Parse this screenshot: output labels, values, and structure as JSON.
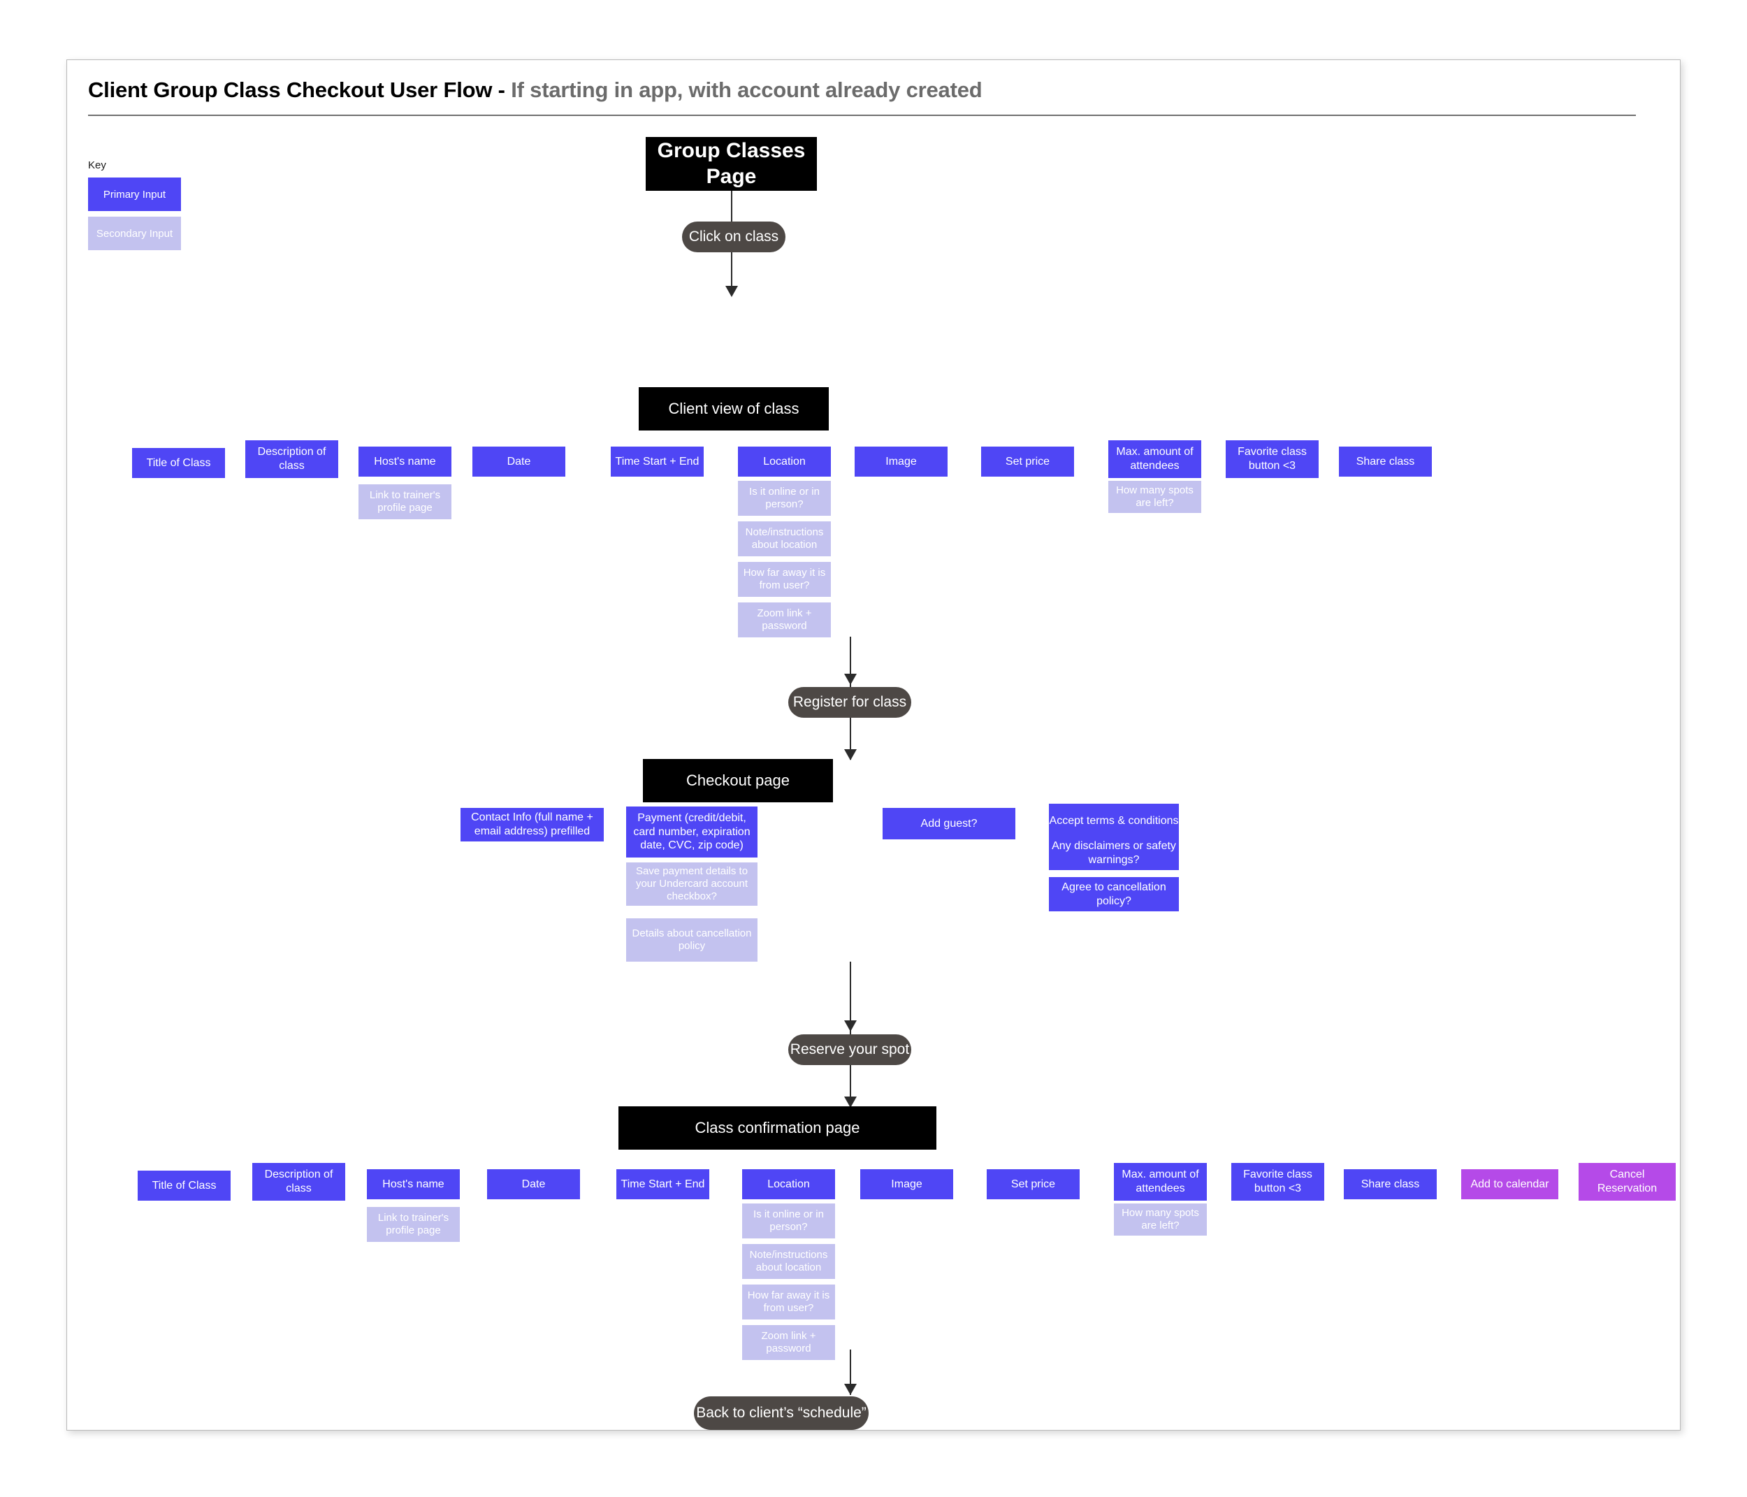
{
  "header": {
    "title_main": "Client Group Class Checkout User Flow - ",
    "title_sub": "If starting in app, with account already created"
  },
  "key": {
    "label": "Key",
    "primary_label": "Primary Input",
    "secondary_label": "Secondary Input",
    "primary_color": "#4f46f5",
    "secondary_color": "#c3c2ef",
    "accent_color": "#b54ae8",
    "page_color": "#000000",
    "action_color": "#4d4845"
  },
  "flow": {
    "start_page": "Group Classes Page",
    "action_click_class": "Click on class",
    "page_client_view": "Client view of class",
    "action_register": "Register for class",
    "page_checkout": "Checkout page",
    "action_reserve": "Reserve your spot",
    "page_confirmation": "Class confirmation page",
    "action_back_schedule": "Back to client’s “schedule”"
  },
  "class_view_attributes": [
    {
      "label": "Title of Class",
      "type": "primary",
      "children": []
    },
    {
      "label": "Description of class",
      "type": "primary",
      "children": []
    },
    {
      "label": "Host's name",
      "type": "primary",
      "children": [
        "Link to trainer's profile page"
      ]
    },
    {
      "label": "Date",
      "type": "primary",
      "children": []
    },
    {
      "label": "Time Start + End",
      "type": "primary",
      "children": []
    },
    {
      "label": "Location",
      "type": "primary",
      "children": [
        "Is it online or in person?",
        "Note/instructions about location",
        "How far away it is from user?",
        "Zoom link + password"
      ]
    },
    {
      "label": "Image",
      "type": "primary",
      "children": []
    },
    {
      "label": "Set price",
      "type": "primary",
      "children": []
    },
    {
      "label": "Max. amount of attendees",
      "type": "primary",
      "children": [
        "How many spots are left?"
      ]
    },
    {
      "label": "Favorite class button <3",
      "type": "primary",
      "children": []
    },
    {
      "label": "Share class",
      "type": "primary",
      "children": []
    }
  ],
  "checkout_attributes": [
    {
      "label": "Contact Info (full name + email address) prefilled",
      "type": "primary",
      "children": []
    },
    {
      "label": "Payment (credit/debit, card number, expiration date, CVC, zip code)",
      "type": "primary",
      "children": [
        "Save payment details to your Undercard account checkbox?",
        "Details about cancellation policy"
      ]
    },
    {
      "label": "Add guest?",
      "type": "primary",
      "children": []
    },
    {
      "label": "Accept terms & conditions",
      "type": "primary",
      "children": []
    },
    {
      "label": "Any disclaimers or safety warnings?",
      "type": "primary",
      "children": []
    },
    {
      "label": "Agree to cancellation policy?",
      "type": "primary",
      "children": []
    }
  ],
  "confirmation_attributes": [
    {
      "label": "Title of Class",
      "type": "primary",
      "children": []
    },
    {
      "label": "Description of class",
      "type": "primary",
      "children": []
    },
    {
      "label": "Host's name",
      "type": "primary",
      "children": [
        "Link to trainer's profile page"
      ]
    },
    {
      "label": "Date",
      "type": "primary",
      "children": []
    },
    {
      "label": "Time Start + End",
      "type": "primary",
      "children": []
    },
    {
      "label": "Location",
      "type": "primary",
      "children": [
        "Is it online or in person?",
        "Note/instructions about location",
        "How far away it is from user?",
        "Zoom link + password"
      ]
    },
    {
      "label": "Image",
      "type": "primary",
      "children": []
    },
    {
      "label": "Set price",
      "type": "primary",
      "children": []
    },
    {
      "label": "Max. amount of attendees",
      "type": "primary",
      "children": [
        "How many spots are left?"
      ]
    },
    {
      "label": "Favorite class button <3",
      "type": "primary",
      "children": []
    },
    {
      "label": "Share class",
      "type": "primary",
      "children": []
    },
    {
      "label": "Add to calendar",
      "type": "accent",
      "children": []
    },
    {
      "label": "Cancel Reservation",
      "type": "accent",
      "children": []
    }
  ]
}
